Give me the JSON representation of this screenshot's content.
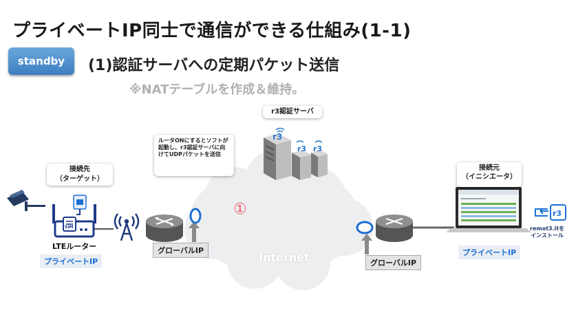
{
  "title": "プライベートIP同士で通信ができる仕組み(1-1)",
  "badge": "standby",
  "subtitle": "(1)認証サーバへの定期パケット送信",
  "note": "※NATテーブルを作成＆維持。",
  "server_label": "r3認証サーバ",
  "callout": "ルータONにするとソフトが起動し、r3認証サーバに向けてUDPパケットを送信",
  "target_label_line1": "接続先",
  "target_label_line2": "（ターゲット）",
  "origin_label_line1": "接続元",
  "origin_label_line2": "（イニシエータ）",
  "lte_router": "LTEルーター",
  "private_ip_left": "プライベートIP",
  "private_ip_right": "プライベートIP",
  "global_ip_left": "グローバルIP",
  "global_ip_right": "グローバルIP",
  "internet": "Internet",
  "step_marker": "①",
  "install_line1": "remot3.itを",
  "install_line2": "インストール",
  "sim_label": "SIM",
  "logo_text": "r3",
  "colors": {
    "accent_blue": "#1b6fd2",
    "badge_blue": "#4a8ccb",
    "step_red": "#f0566a",
    "cloud": "#eceef0"
  }
}
